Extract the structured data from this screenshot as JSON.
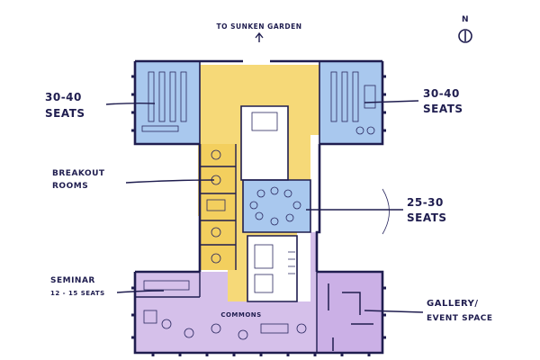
{
  "labels": {
    "top_note": "TO SUNKEN GARDEN",
    "north": "N",
    "left_wing_line1": "30-40",
    "left_wing_line2": "SEATS",
    "right_wing_line1": "30-40",
    "right_wing_line2": "SEATS",
    "breakout_line1": "BREAKOUT",
    "breakout_line2": "ROOMS",
    "center_room_line1": "25-30",
    "center_room_line2": "SEATS",
    "seminar_line1": "SEMINAR",
    "seminar_line2": "12 - 15 SEATS",
    "gallery_line1": "GALLERY/",
    "gallery_line2": "EVENT SPACE",
    "commons": "COMMONS"
  },
  "colors": {
    "blue": "#a9c8ee",
    "yellow": "#f6d978",
    "purple": "#d5c0ea",
    "ink": "#1f1d4f"
  }
}
